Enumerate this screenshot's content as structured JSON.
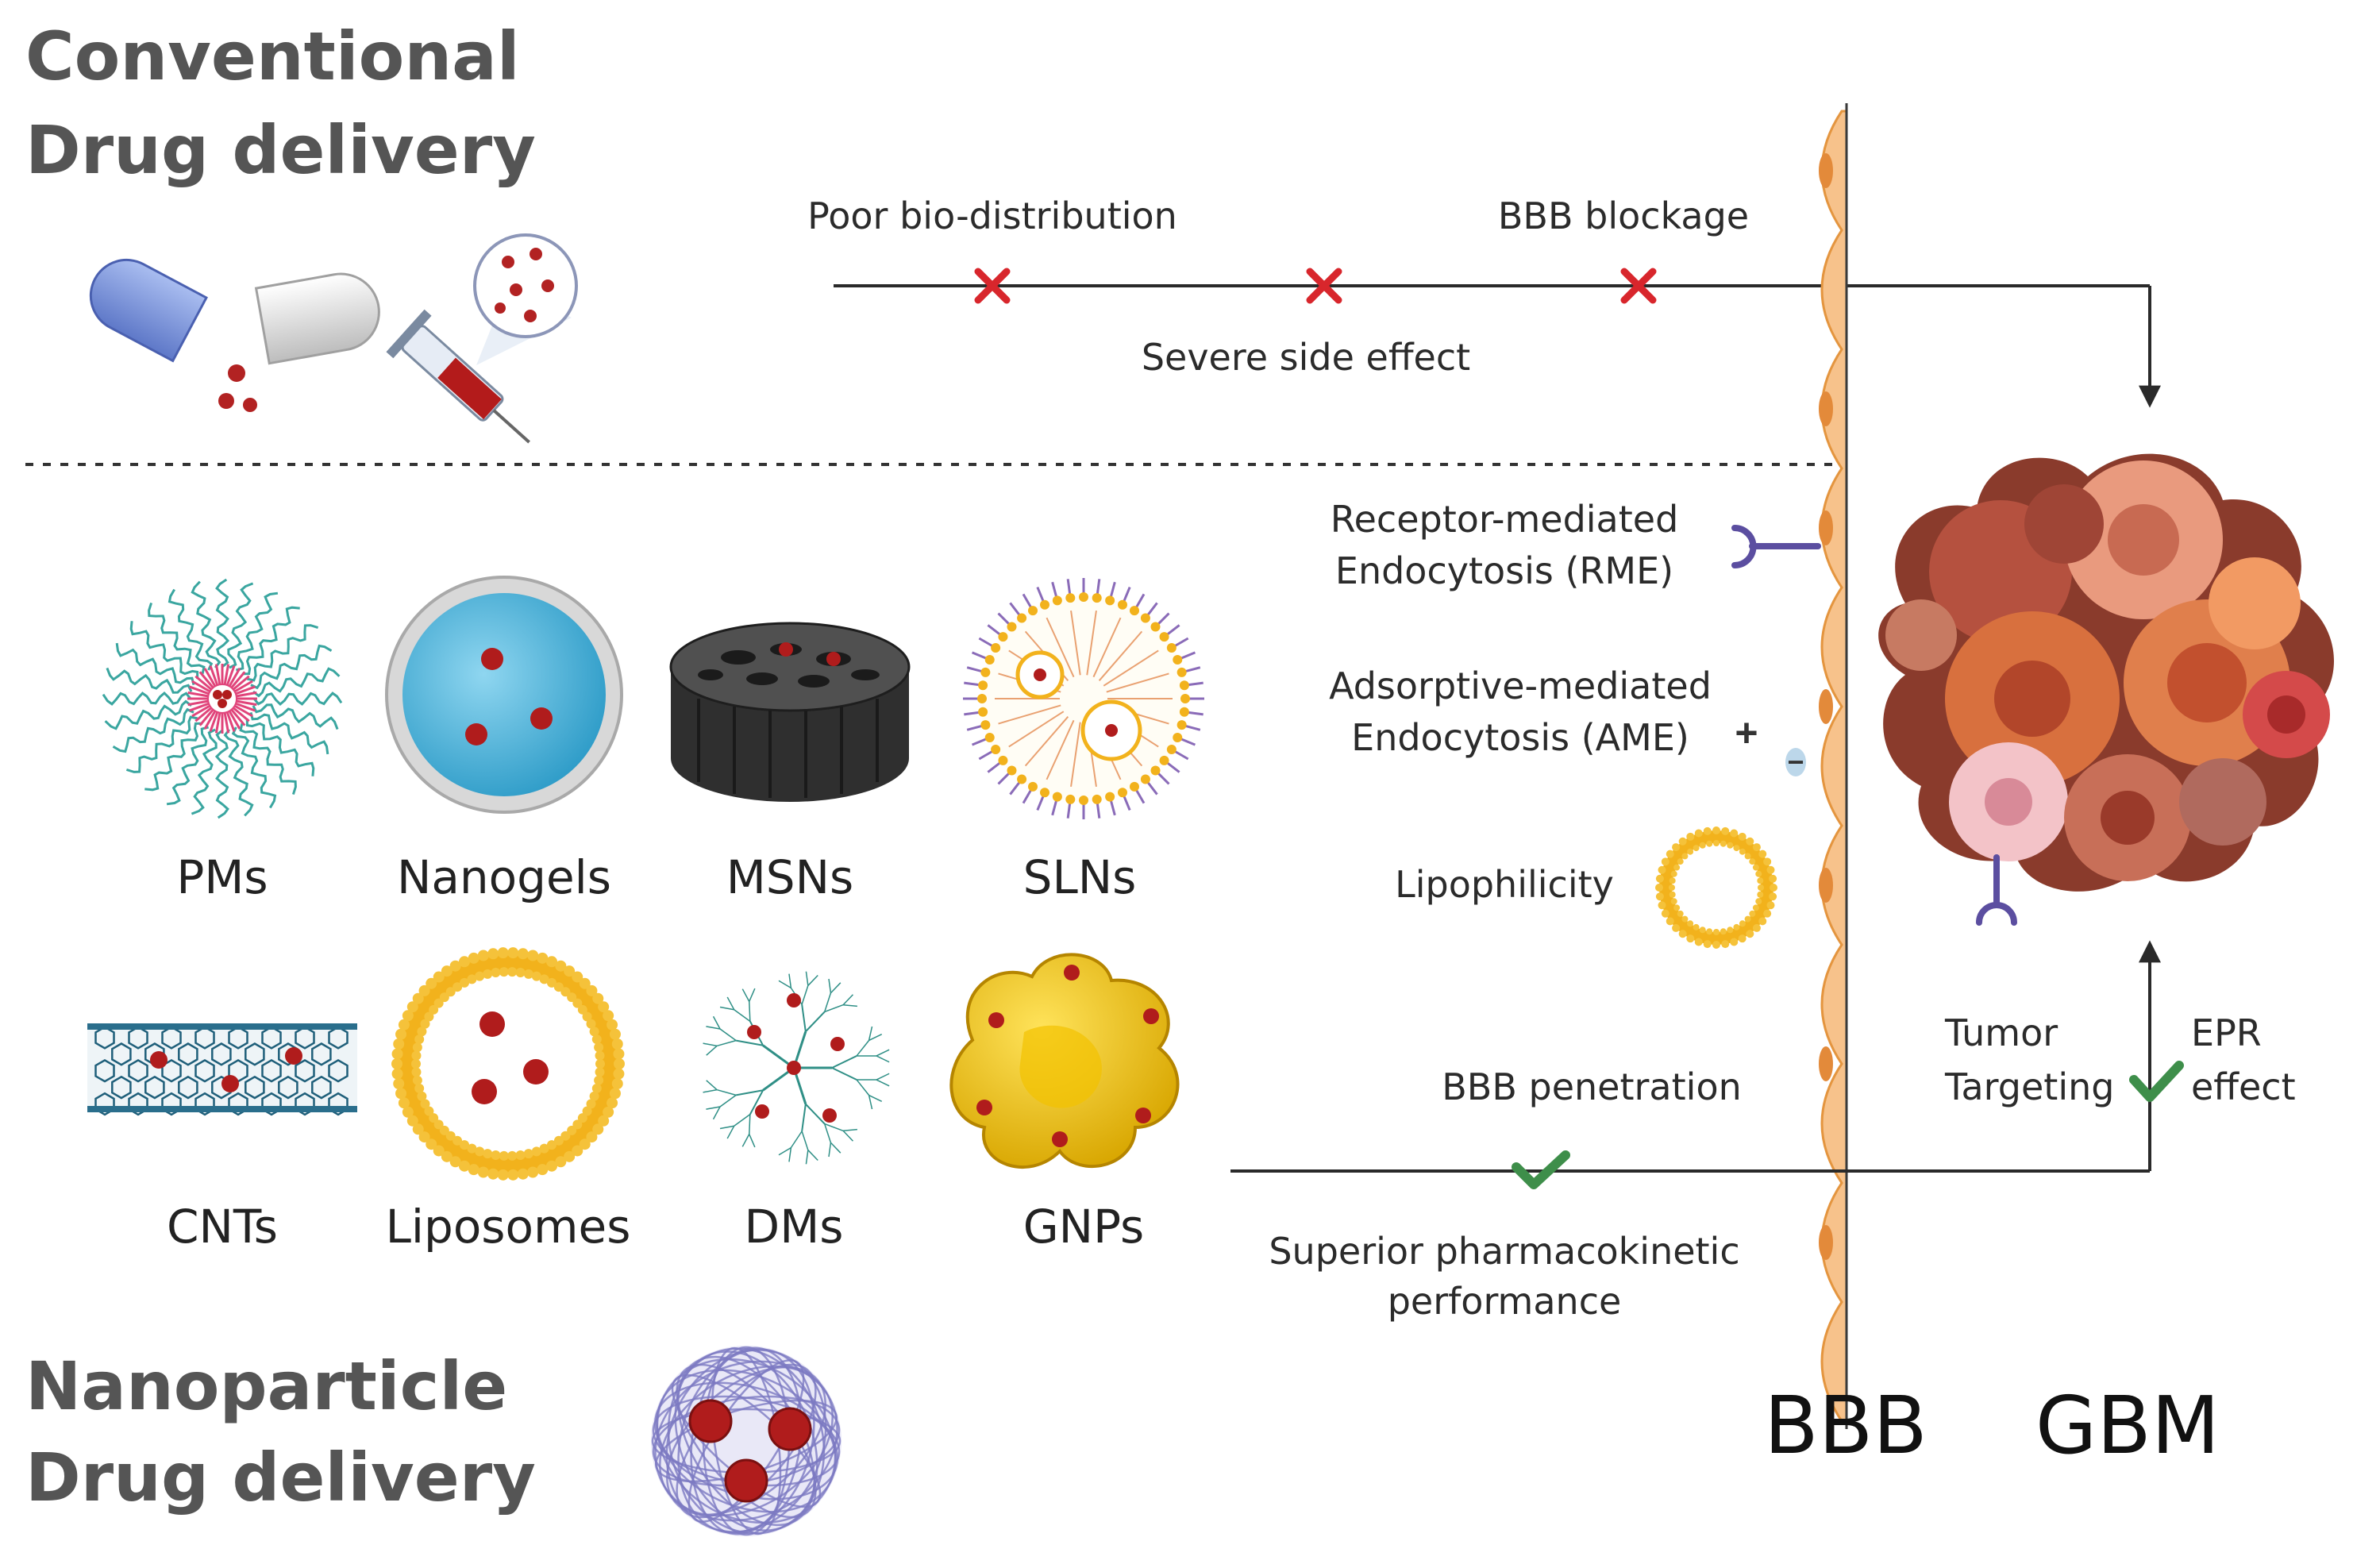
{
  "headings": {
    "conventional": [
      "Conventional",
      "Drug delivery"
    ],
    "nanoparticle": [
      "Nanoparticle",
      "Drug delivery"
    ]
  },
  "conventional_path": {
    "poor_biodistribution": "Poor bio-distribution",
    "severe_side_effect": "Severe side effect",
    "bbb_blockage": "BBB blockage"
  },
  "nanoparticles": {
    "row1": [
      "PMs",
      "Nanogels",
      "MSNs",
      "SLNs"
    ],
    "row2": [
      "CNTs",
      "Liposomes",
      "DMs",
      "GNPs"
    ]
  },
  "mechanisms": {
    "rme": [
      "Receptor-mediated",
      "Endocytosis (RME)"
    ],
    "ame": [
      "Adsorptive-mediated",
      "Endocytosis (AME)"
    ],
    "lipophilicity": "Lipophilicity",
    "plus_sign": "+",
    "minus_sign": "−"
  },
  "nano_path": {
    "bbb_penetration": "BBB penetration",
    "superior": [
      "Superior pharmacokinetic",
      "performance"
    ],
    "tumor_targeting": [
      "Tumor",
      "Targeting"
    ],
    "epr_effect": [
      "EPR",
      "effect"
    ]
  },
  "regions": {
    "bbb": "BBB",
    "gbm": "GBM"
  },
  "colors": {
    "heading_gray": "#555555",
    "cross_red": "#d8262c",
    "check_green": "#3e8e4a",
    "bbb_orange": "#f5b77c",
    "receptor_purple": "#5b4ea0",
    "line_dark": "#2a2a2a"
  },
  "icons": [
    "capsule-icon",
    "syringe-icon",
    "cross-icon",
    "check-icon",
    "receptor-icon"
  ]
}
